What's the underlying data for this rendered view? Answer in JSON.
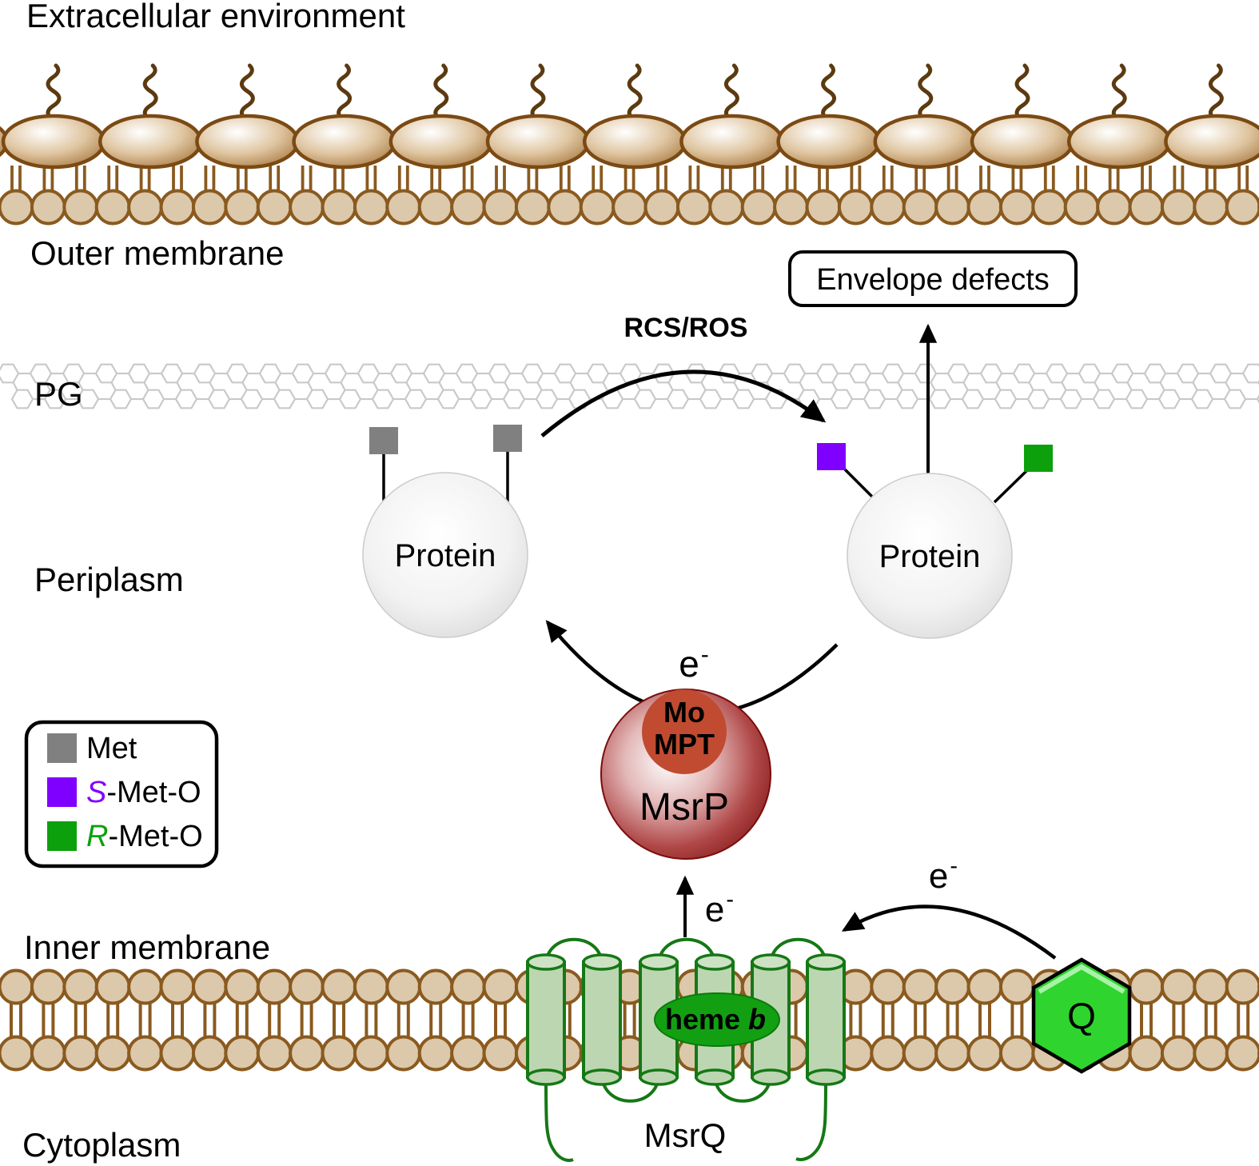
{
  "labels": {
    "extracellular": "Extracellular environment",
    "outer_membrane": "Outer membrane",
    "pg": "PG",
    "periplasm": "Periplasm",
    "inner_membrane": "Inner membrane",
    "cytoplasm": "Cytoplasm",
    "rcs_ros": "RCS/ROS",
    "envelope_defects": "Envelope defects",
    "protein_left": "Protein",
    "protein_right": "Protein",
    "mo": "Mo",
    "mpt": "MPT",
    "msrp": "MsrP",
    "msrq": "MsrQ",
    "heme": "heme",
    "heme_b": "b",
    "quinone": "Q",
    "electron_base": "e",
    "electron_sup": "-"
  },
  "legend": {
    "items": [
      {
        "prefix": "",
        "label": "Met",
        "swatch": "#808080",
        "prefix_color": "#000000"
      },
      {
        "prefix": "S",
        "label": "-Met-O",
        "swatch": "#7F00FF",
        "prefix_color": "#7F00FF"
      },
      {
        "prefix": "R",
        "label": "-Met-O",
        "swatch": "#0CA00C",
        "prefix_color": "#0CA00C"
      }
    ]
  },
  "colors": {
    "membrane_head_fill": "#DCC8AA",
    "membrane_outline": "#8A5A1F",
    "lps_outline": "#7B4A13",
    "lps_chain": "#5C3A10",
    "pg_line": "#C9C9C9",
    "met_gray": "#808080",
    "s_met_o_purple": "#7F00FF",
    "r_met_o_green": "#0CA00C",
    "msrp_dark_red": "#7A0D0D",
    "mo_mpt_red": "#C04B31",
    "msrq_helix_fill": "#BCD6B2",
    "msrq_helix_top_fill": "#CDE2C4",
    "msrq_outline": "#157815",
    "heme_green": "#12A012",
    "quinone_green": "#2FD42F",
    "arrow_black": "#000000"
  }
}
